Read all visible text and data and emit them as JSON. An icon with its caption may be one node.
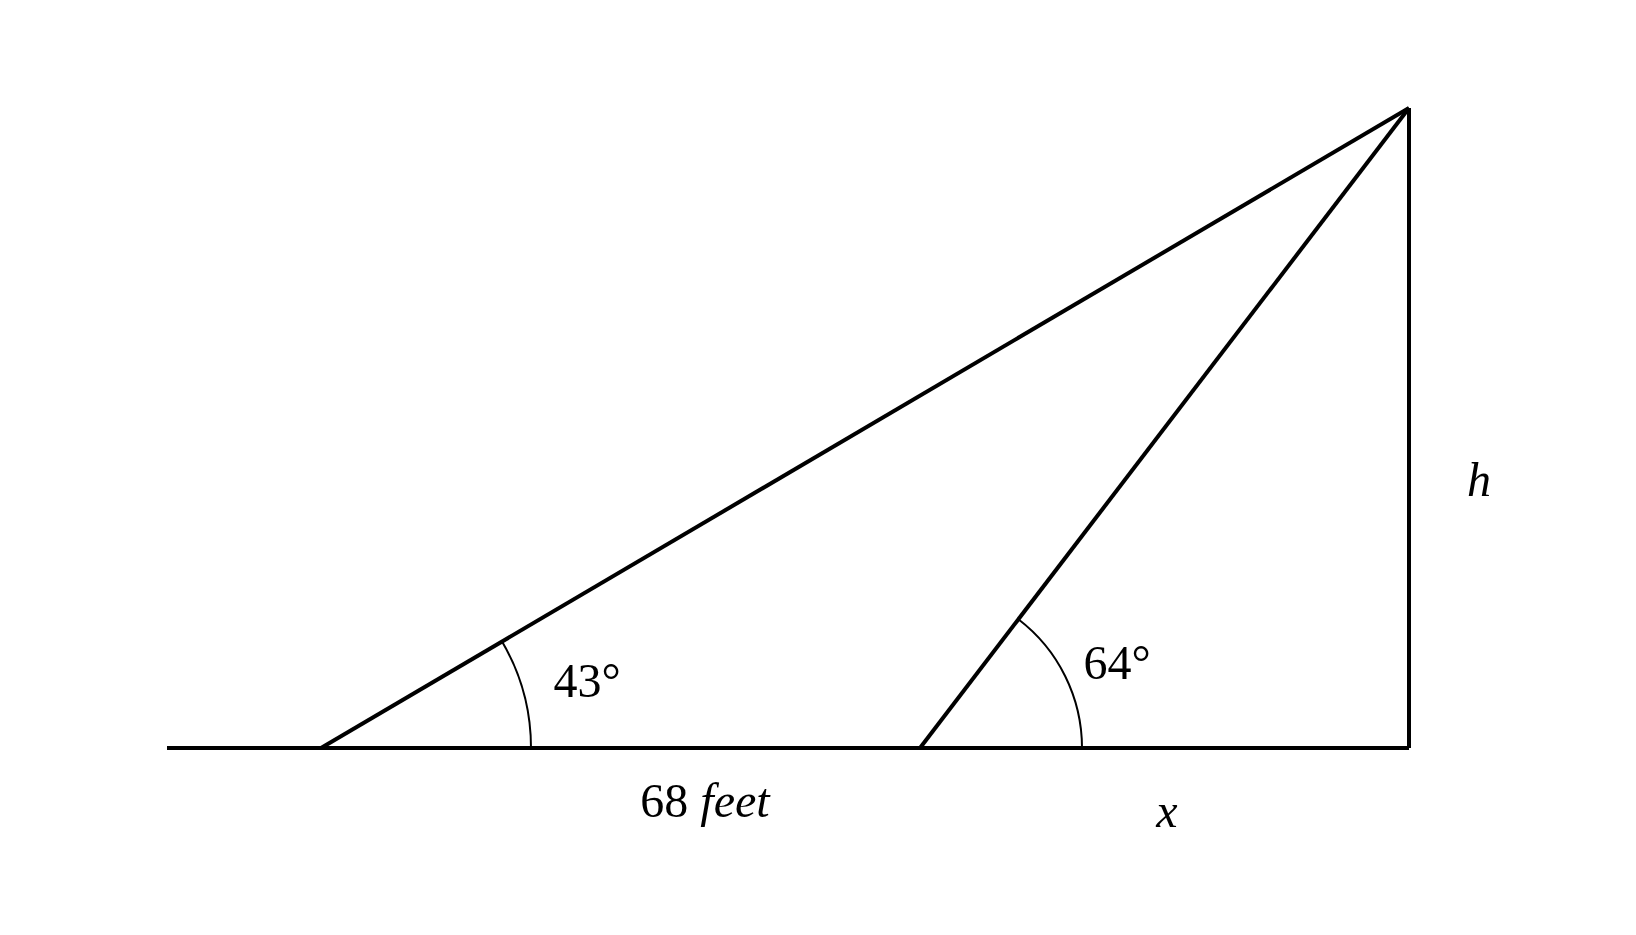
{
  "diagram": {
    "labels": [
      "h",
      "43°",
      "64°",
      "68 *feet*",
      "x"
    ]
  }
}
